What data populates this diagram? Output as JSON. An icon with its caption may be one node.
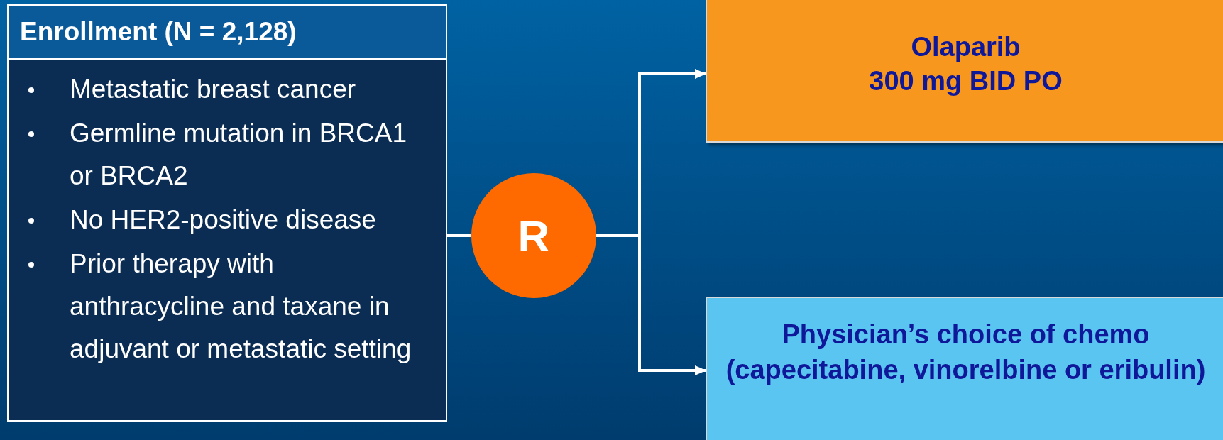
{
  "diagram": {
    "nodes": [
      {
        "text": [
          "Enrollment (N = 2,128)",
          "Metastatic breast cancer",
          "Germline mutation in BRCA1 or BRCA2",
          "No HER2-positive disease",
          "Prior therapy with anthracycline and taxane in adjuvant or metastatic setting"
        ]
      },
      {
        "text": [
          "R"
        ]
      },
      {
        "text": [
          "Olaparib",
          "300 mg BID PO"
        ]
      },
      {
        "text": [
          "Physician’s choice of chemo (capecitabine, vinorelbine or eribulin)"
        ]
      }
    ],
    "edges": [
      {
        "from": 0,
        "to": 1,
        "arrow": "none"
      },
      {
        "from": 1,
        "to": 2,
        "arrow": "to"
      },
      {
        "from": 1,
        "to": 3,
        "arrow": "to"
      }
    ]
  }
}
